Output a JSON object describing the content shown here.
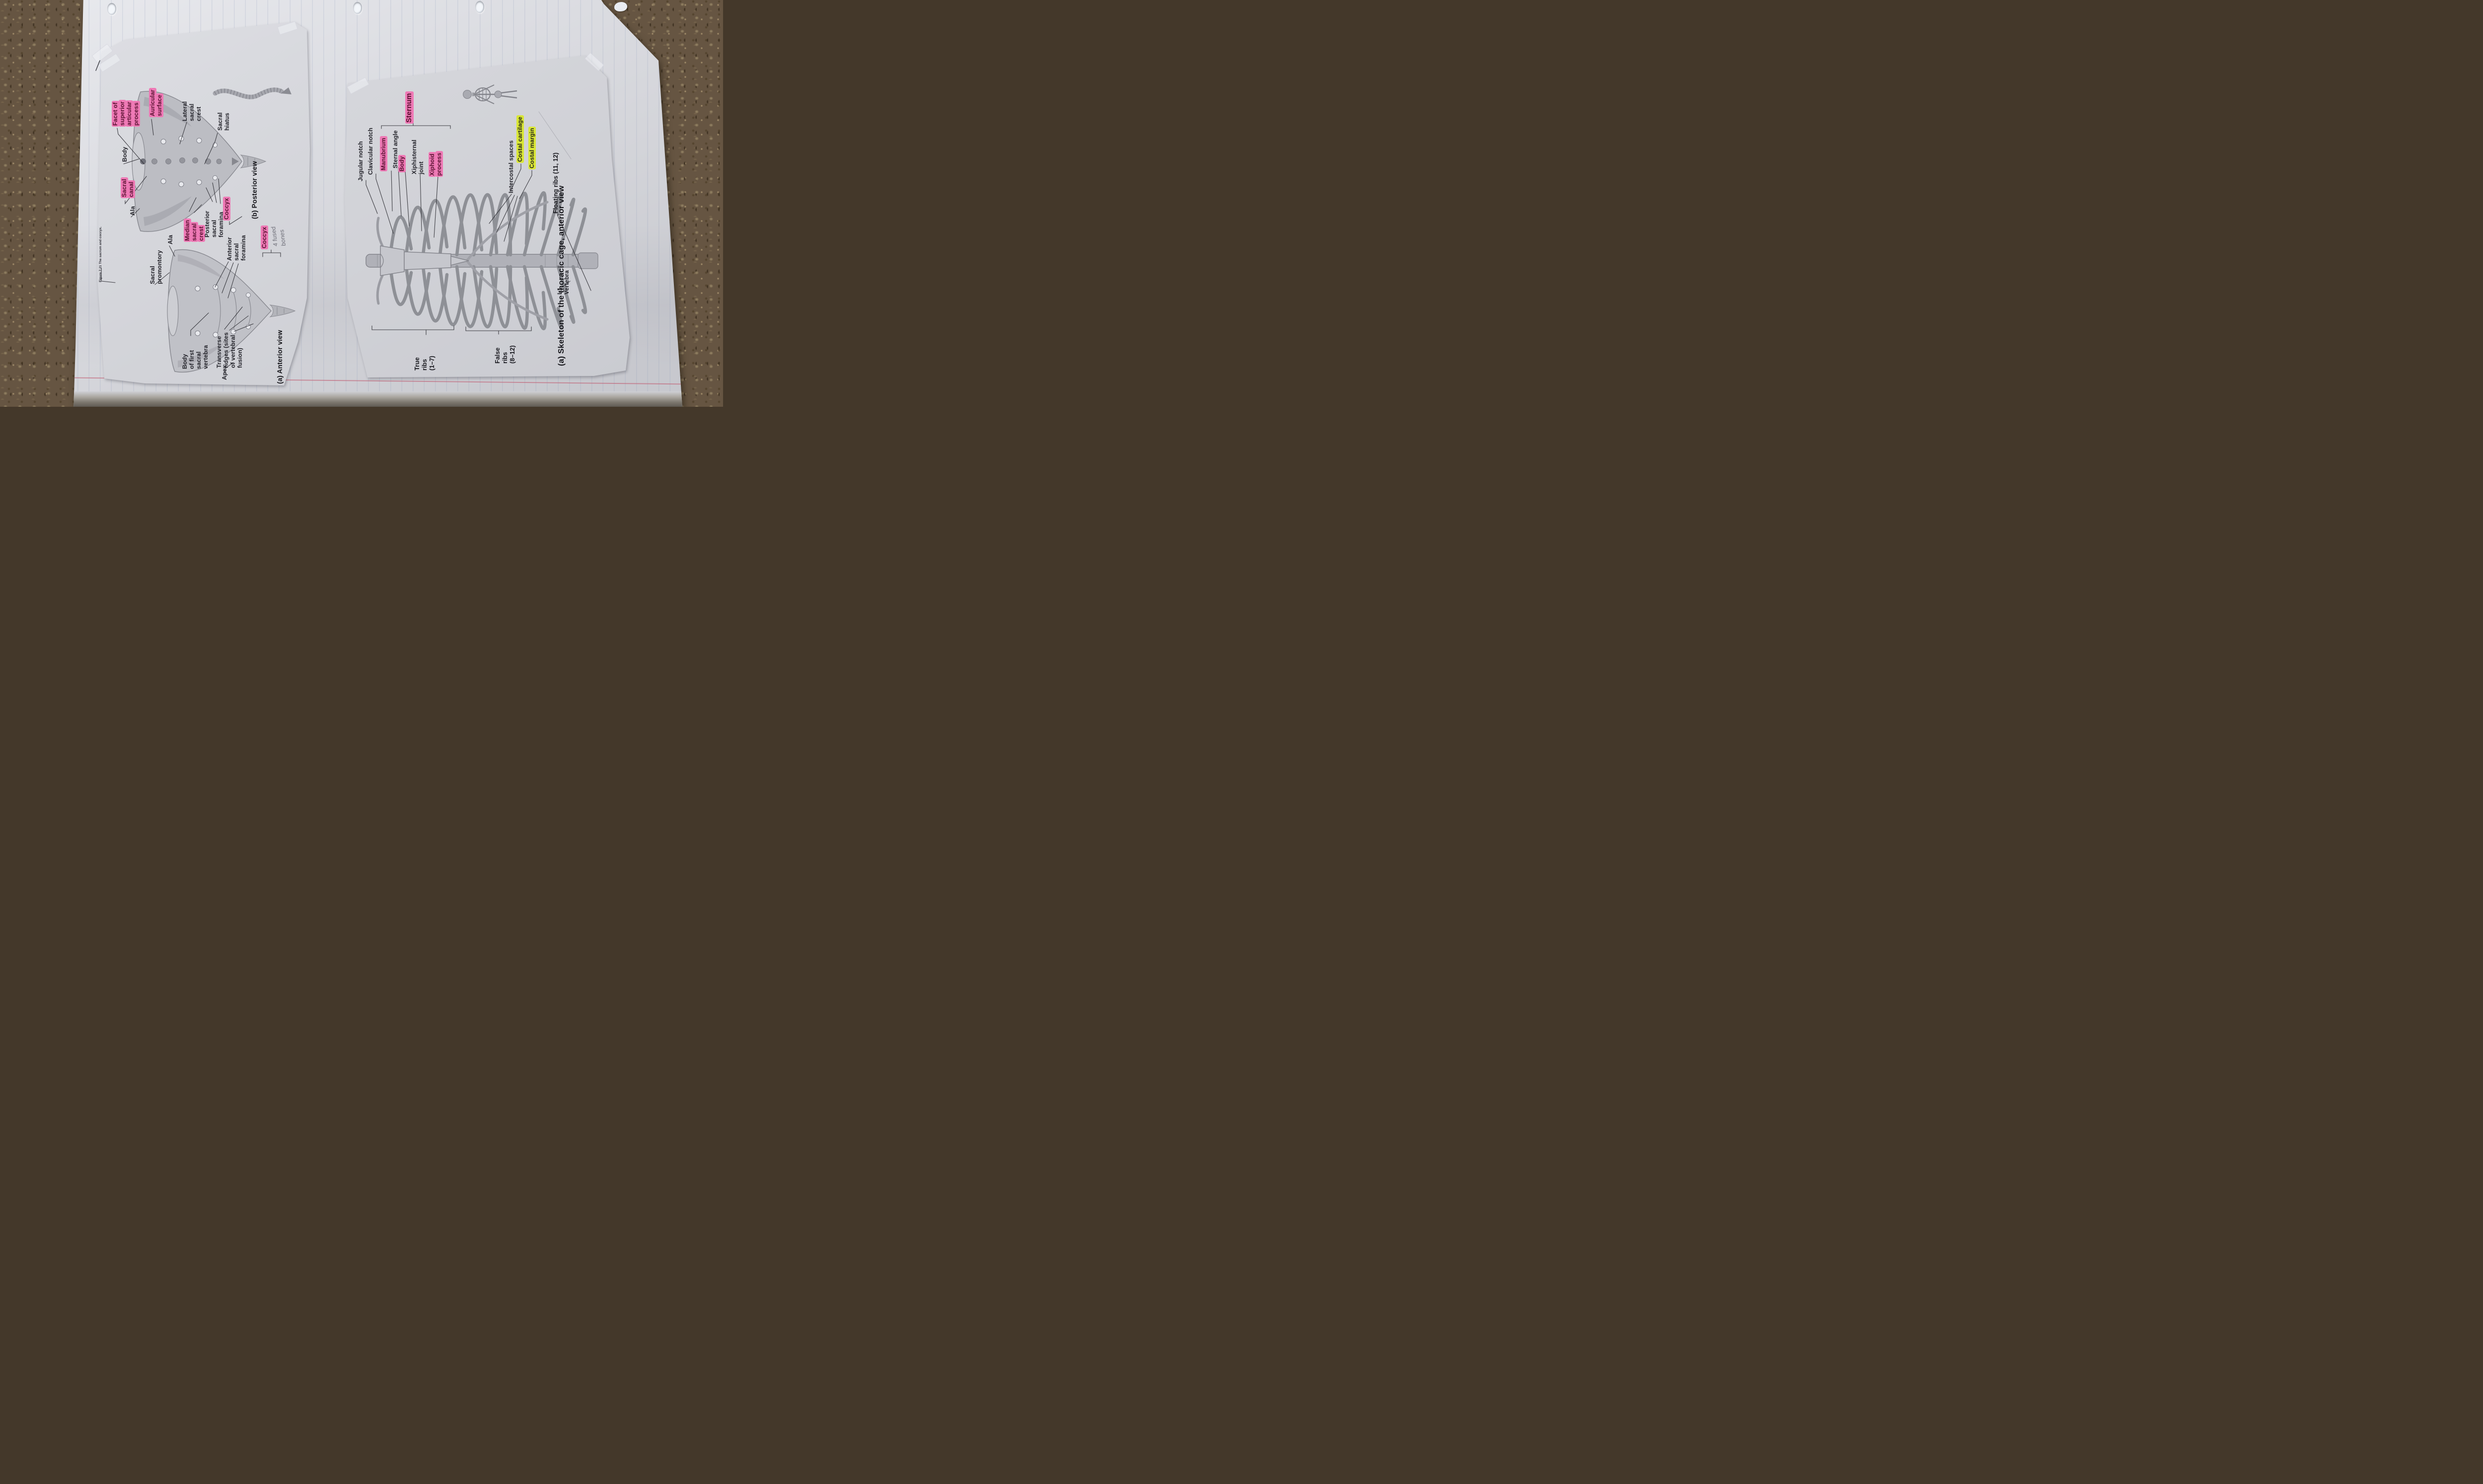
{
  "scene": {
    "description": "Photograph of two anatomy textbook figure cutouts taped to ruled loose-leaf notebook paper lying on brown carpet; page rotated 90 degrees so all printed text reads bottom-to-top",
    "colors": {
      "carpet": "#665542",
      "notebook_paper": "#d9dade",
      "cutout_paper": "#d2d3d8",
      "ruled_line": "#7d8caf",
      "margin_line": "#c0566c",
      "pink_highlight": "#ee79b5",
      "yellow_highlight": "#d9e636",
      "highlight_text": "#57102f",
      "label_text": "#212128",
      "pencil_gray": "#6f6f79"
    }
  },
  "figure_sacrum": {
    "figure_caption": "Figure 7.21  The sacrum and coccyx.",
    "posterior_view": {
      "caption": "(b) Posterior view",
      "labels": [
        {
          "text": "Facet of\nsuperior\narticular\nprocess",
          "highlight": "pink"
        },
        {
          "text": "Auricular\nsurface",
          "highlight": "pink"
        },
        {
          "text": "Body",
          "highlight": "none"
        },
        {
          "text": "Lateral\nsacral\ncrest",
          "highlight": "none"
        },
        {
          "text": "Sacral\nhiatus",
          "highlight": "none"
        },
        {
          "text": "Sacral\ncanal",
          "highlight": "pink"
        },
        {
          "text": "Ala",
          "highlight": "none"
        },
        {
          "text": "Median\nsacral\ncrest",
          "highlight": "pink"
        },
        {
          "text": "Posterior\nsacral\nforamina",
          "highlight": "none"
        },
        {
          "text": "Coccyx",
          "highlight": "pink"
        }
      ]
    },
    "anterior_view": {
      "caption": "(a) Anterior view",
      "handwritten_note": "4 fused\nbones",
      "labels": [
        {
          "text": "Sacral\npromontory",
          "highlight": "none"
        },
        {
          "text": "Ala",
          "highlight": "none"
        },
        {
          "text": "Anterior\nsacral\nforamina",
          "highlight": "none"
        },
        {
          "text": "Coccyx",
          "highlight": "pink"
        },
        {
          "text": "Body\nof first\nsacral\nvertebra",
          "highlight": "none"
        },
        {
          "text": "Transverse\nridges (sites\nof vertebral\nfusion)",
          "highlight": "none"
        },
        {
          "text": "Apex",
          "highlight": "none"
        }
      ]
    }
  },
  "figure_thorax": {
    "caption": "(a) Skeleton of the thoracic cage, anterior view",
    "sternum_labels": [
      {
        "text": "Jugular notch",
        "highlight": "none"
      },
      {
        "text": "Clavicular notch",
        "highlight": "none"
      },
      {
        "text": "Manubrium",
        "highlight": "pink"
      },
      {
        "text": "Sternal angle",
        "highlight": "none"
      },
      {
        "text": "Body",
        "highlight": "pink"
      },
      {
        "text": "Xiphisternal\njoint",
        "highlight": "none"
      },
      {
        "text": "Xiphoid\nprocess",
        "highlight": "pink"
      },
      {
        "text": "Sternum",
        "highlight": "pink"
      }
    ],
    "rib_labels": [
      {
        "text": "Intercostal spaces",
        "highlight": "none"
      },
      {
        "text": "Costal cartilage",
        "highlight": "yellow"
      },
      {
        "text": "Costal margin",
        "highlight": "yellow"
      },
      {
        "text": "Floating ribs (11, 12)",
        "highlight": "none"
      },
      {
        "text": "True\nribs\n(1–7)",
        "highlight": "none"
      },
      {
        "text": "False\nribs\n(8–12)",
        "highlight": "none"
      },
      {
        "text": "L1\nVertebra",
        "highlight": "none"
      }
    ]
  }
}
